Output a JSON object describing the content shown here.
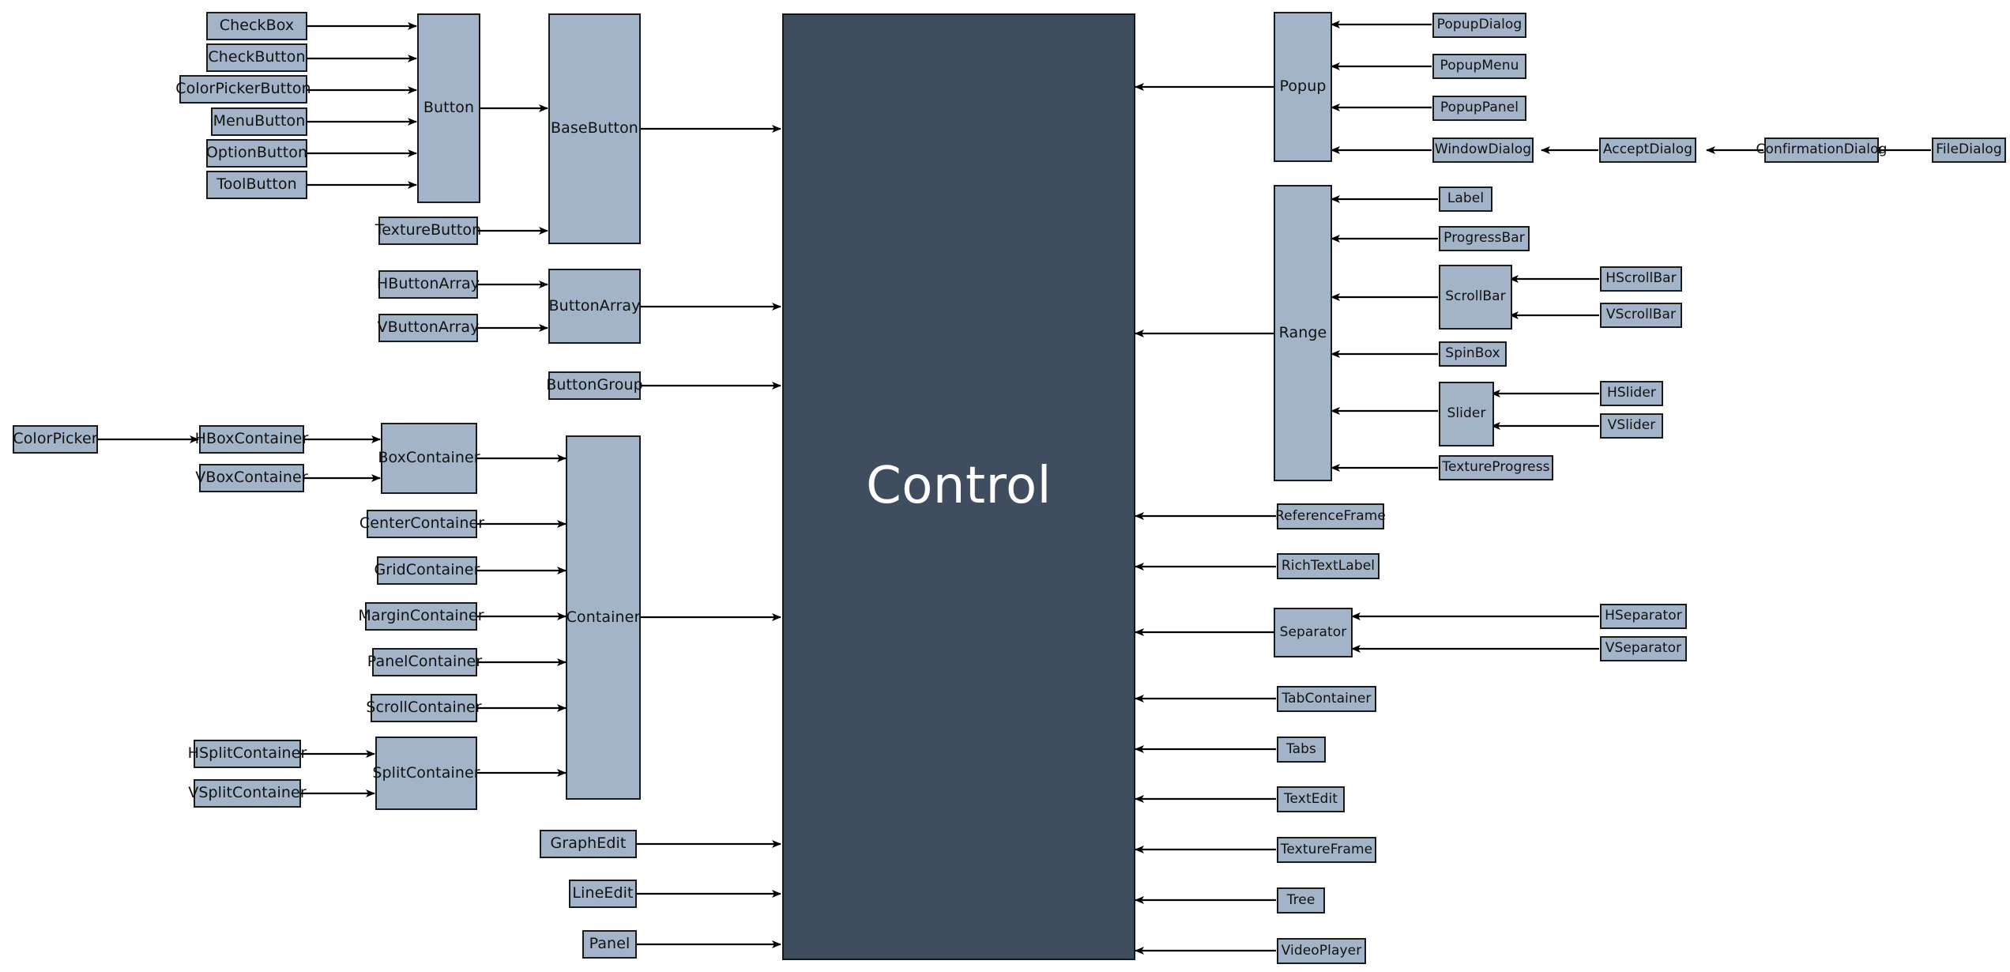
{
  "diagram": {
    "title": "Control",
    "type": "class-hierarchy",
    "palette": {
      "node_fill": "#a4b4c8",
      "node_stroke": "#1a1a1a",
      "root_fill": "#3f4d5e",
      "root_text": "#ffffff",
      "edge_color": "#000000",
      "background": "#ffffff"
    }
  },
  "nodes": {
    "root": {
      "label": "Control"
    },
    "button_branch": {
      "button": {
        "label": "Button"
      },
      "base_button": {
        "label": "BaseButton"
      },
      "texture_button": {
        "label": "TextureButton"
      },
      "button_children": [
        {
          "label": "CheckBox"
        },
        {
          "label": "CheckButton"
        },
        {
          "label": "ColorPickerButton"
        },
        {
          "label": "MenuButton"
        },
        {
          "label": "OptionButton"
        },
        {
          "label": "ToolButton"
        }
      ]
    },
    "button_array_branch": {
      "button_array": {
        "label": "ButtonArray"
      },
      "children": [
        {
          "label": "HButtonArray"
        },
        {
          "label": "VButtonArray"
        }
      ]
    },
    "button_group": {
      "label": "ButtonGroup"
    },
    "container_branch": {
      "container": {
        "label": "Container"
      },
      "box_container": {
        "label": "BoxContainer"
      },
      "box_children": [
        {
          "label": "HBoxContainer"
        },
        {
          "label": "VBoxContainer"
        }
      ],
      "color_picker": {
        "label": "ColorPicker"
      },
      "simple_children": [
        {
          "label": "CenterContainer"
        },
        {
          "label": "GridContainer"
        },
        {
          "label": "MarginContainer"
        },
        {
          "label": "PanelContainer"
        },
        {
          "label": "ScrollContainer"
        }
      ],
      "split_container": {
        "label": "SplitContainer"
      },
      "split_children": [
        {
          "label": "HSplitContainer"
        },
        {
          "label": "VSplitContainer"
        }
      ]
    },
    "bottom_left": [
      {
        "label": "GraphEdit"
      },
      {
        "label": "LineEdit"
      },
      {
        "label": "Panel"
      }
    ],
    "popup_branch": {
      "popup": {
        "label": "Popup"
      },
      "children": [
        {
          "label": "PopupDialog"
        },
        {
          "label": "PopupMenu"
        },
        {
          "label": "PopupPanel"
        },
        {
          "label": "WindowDialog"
        }
      ],
      "dialog_chain": [
        {
          "label": "AcceptDialog"
        },
        {
          "label": "ConfirmationDialog"
        },
        {
          "label": "FileDialog"
        }
      ]
    },
    "range_branch": {
      "range": {
        "label": "Range"
      },
      "label_node": {
        "label": "Label"
      },
      "progress_bar": {
        "label": "ProgressBar"
      },
      "scroll_bar": {
        "label": "ScrollBar"
      },
      "scroll_bar_children": [
        {
          "label": "HScrollBar"
        },
        {
          "label": "VScrollBar"
        }
      ],
      "spin_box": {
        "label": "SpinBox"
      },
      "slider": {
        "label": "Slider"
      },
      "slider_children": [
        {
          "label": "HSlider"
        },
        {
          "label": "VSlider"
        }
      ],
      "texture_progress": {
        "label": "TextureProgress"
      }
    },
    "right_leaves_upper": [
      {
        "label": "ReferenceFrame"
      },
      {
        "label": "RichTextLabel"
      }
    ],
    "separator_branch": {
      "separator": {
        "label": "Separator"
      },
      "children": [
        {
          "label": "HSeparator"
        },
        {
          "label": "VSeparator"
        }
      ]
    },
    "right_leaves_lower": [
      {
        "label": "TabContainer"
      },
      {
        "label": "Tabs"
      },
      {
        "label": "TextEdit"
      },
      {
        "label": "TextureFrame"
      },
      {
        "label": "Tree"
      },
      {
        "label": "VideoPlayer"
      }
    ]
  }
}
